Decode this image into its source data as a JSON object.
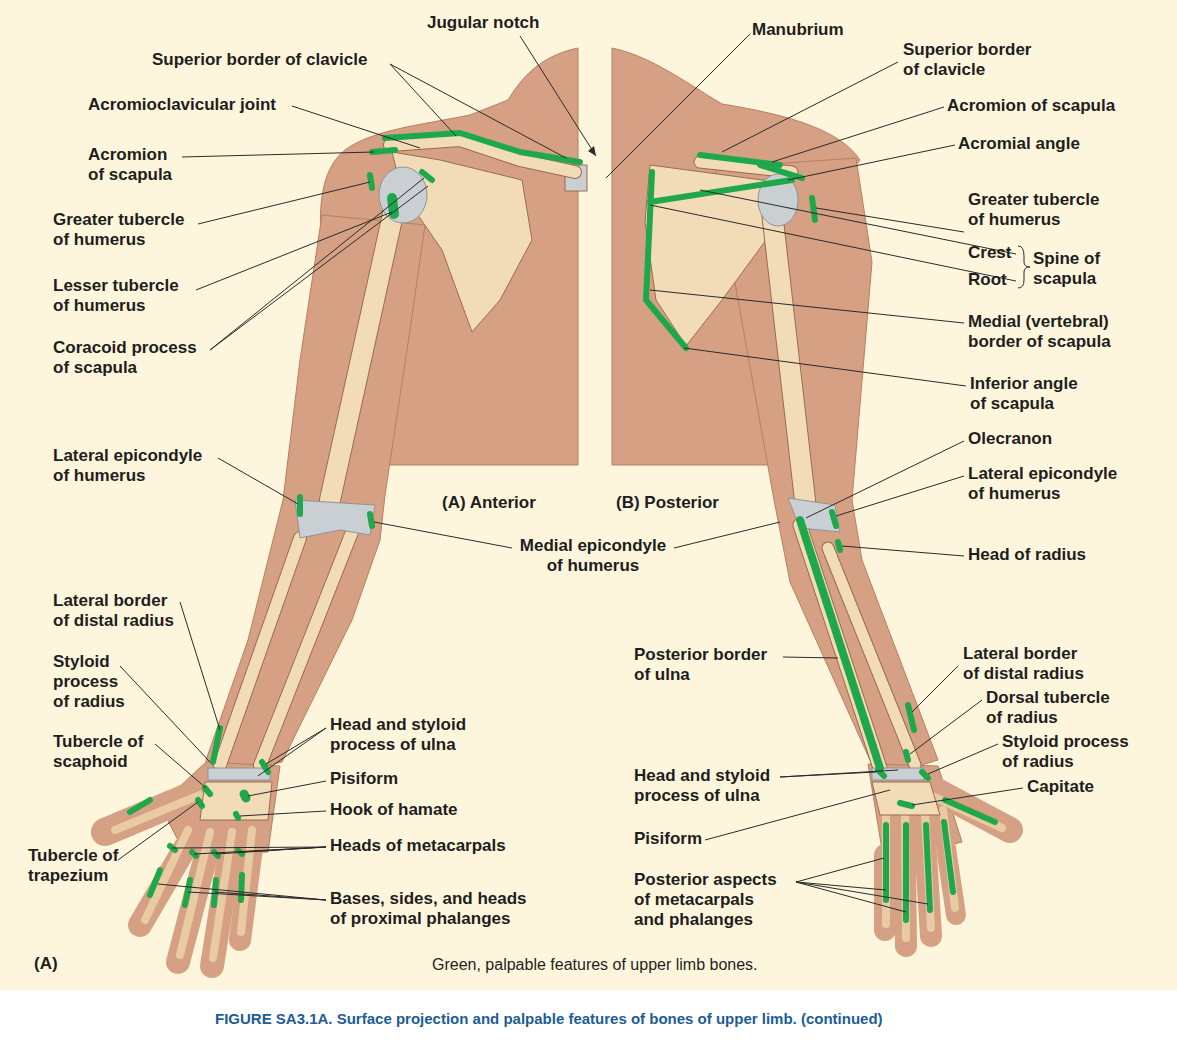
{
  "diagram": {
    "caption": "FIGURE SA3.1A. Surface projection and palpable features of bones of upper limb. (continued)",
    "labels": [
      "Jugular notch",
      "Manubrium",
      "Superior border of clavicle",
      "Superior border of clavicle",
      "Acromioclavicular joint",
      "Acromion of scapula",
      "Acromion of scapula",
      "Acromial angle",
      "Greater tubercle of humerus",
      "Greater tubercle of humerus",
      "Crest",
      "Spine of scapula",
      "Root",
      "Lesser tubercle of humerus",
      "Medial (vertebral) border of scapula",
      "Coracoid process of scapula",
      "Inferior angle of scapula",
      "Olecranon",
      "Lateral epicondyle of humerus",
      "Lateral epicondyle of humerus",
      "(A) Anterior",
      "(B) Posterior",
      "Medial epicondyle of humerus",
      "Head of radius",
      "Lateral border of distal radius",
      "Lateral border of distal radius",
      "Posterior border of ulna",
      "Styloid process of radius",
      "Dorsal tubercle of radius",
      "Head and styloid process of ulna",
      "Tubercle of scaphoid",
      "Styloid process of radius",
      "Head and styloid process of ulna",
      "Pisiform",
      "Capitate",
      "Hook of hamate",
      "Pisiform",
      "Heads of metacarpals",
      "Tubercle of trapezium",
      "Posterior aspects of metacarpals and phalanges",
      "Bases, sides, and heads of proximal phalanges",
      "(A)",
      "Green, palpable features of upper limb bones."
    ]
  }
}
